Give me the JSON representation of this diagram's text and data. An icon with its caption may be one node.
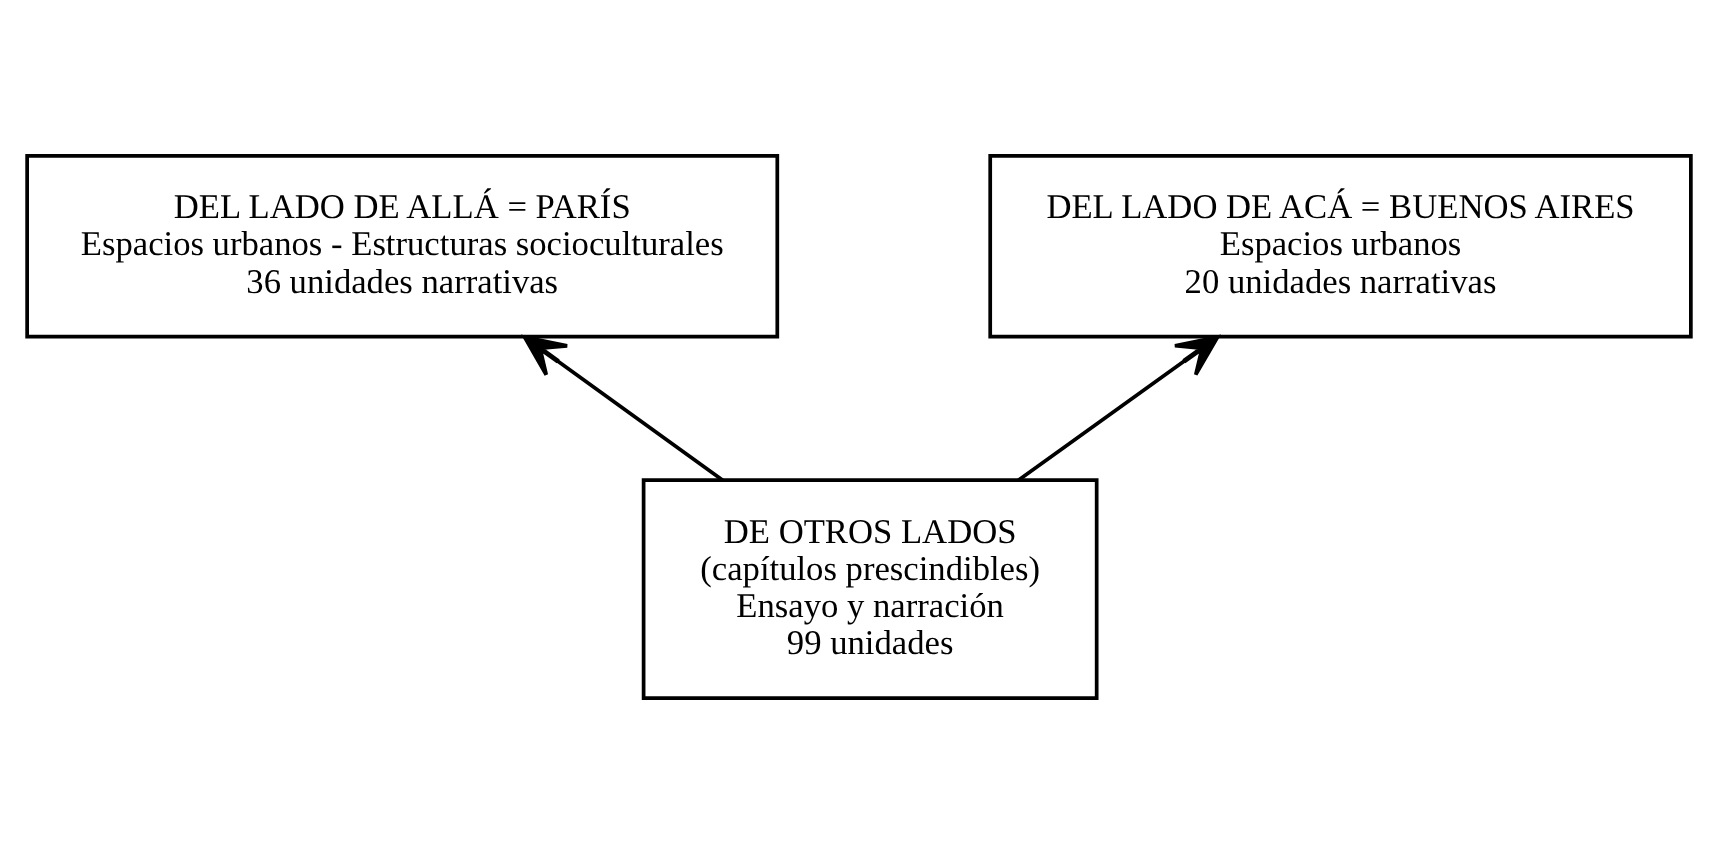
{
  "diagram": {
    "nodes": [
      {
        "text": [
          "DEL LADO DE ALLÁ = PARÍS",
          "Espacios urbanos - Estructuras socioculturales",
          "36 unidades narrativas"
        ]
      },
      {
        "text": [
          "DEL LADO DE ACÁ = BUENOS AIRES",
          "Espacios urbanos",
          "20 unidades narrativas"
        ]
      },
      {
        "text": [
          "DE OTROS LADOS",
          "(capítulos prescindibles)",
          "Ensayo y narración",
          "99 unidades"
        ]
      }
    ],
    "edges": [
      {
        "from": 2,
        "to": 0,
        "arrow": "to"
      },
      {
        "from": 2,
        "to": 1,
        "arrow": "to"
      }
    ]
  }
}
